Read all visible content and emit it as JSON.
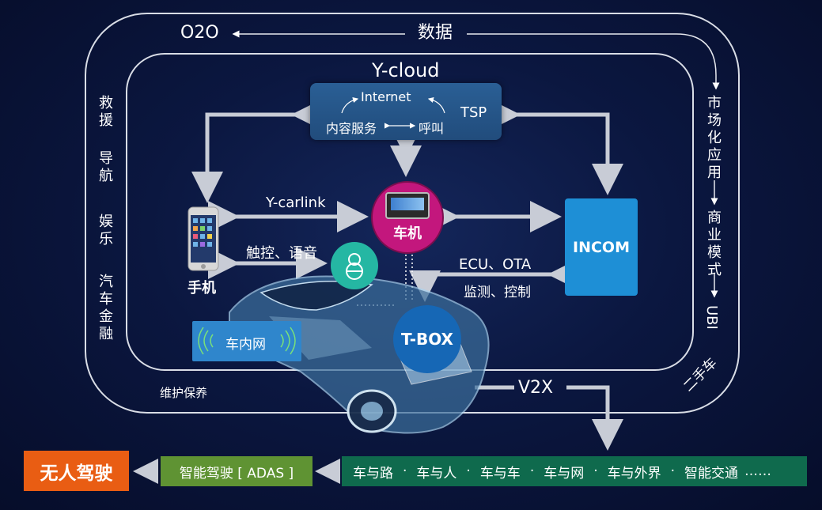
{
  "outer": {
    "top_left": "O2O",
    "top_center": "数据",
    "left_items": [
      "救援",
      "导航",
      "娱乐",
      "汽车金融"
    ],
    "right_items": [
      "市场化应用",
      "商业模式",
      "UBI"
    ],
    "bottom_right": "二手车",
    "bottom_left": "维护保养"
  },
  "cloud": {
    "title": "Y-cloud",
    "internet": "Internet",
    "tsp": "TSP",
    "content": "内容服务",
    "call": "呼叫"
  },
  "phone": {
    "label": "手机"
  },
  "headunit": {
    "label": "车机"
  },
  "incom": {
    "label": "INCOM"
  },
  "tbox": {
    "label": "T-BOX"
  },
  "links": {
    "y_carlink": "Y-carlink",
    "touch_voice": "触控、语音",
    "ecu_ota": "ECU、OTA",
    "monitor_control": "监测、控制",
    "v2x": "V2X"
  },
  "in_vehicle_network": "车内网",
  "bottom": {
    "autonomous": "无人驾驶",
    "adas": "智能驾驶 [ ADAS ]",
    "v2x_items": [
      "车与路",
      "车与人",
      "车与车",
      "车与网",
      "车与外界",
      "智能交通"
    ],
    "ellipsis": "……"
  },
  "colors": {
    "background": "#0b1740",
    "cloud": "#24558a",
    "headunit": "#c3177d",
    "tbox": "#1667b5",
    "incom": "#1e8fd6",
    "driver": "#25b7a3",
    "wifi_box": "#2f86cc",
    "autonomous": "#e95d13",
    "adas": "#5f9333",
    "v2x_bar": "#0f6a4d",
    "arrow": "#c8ccd6"
  }
}
